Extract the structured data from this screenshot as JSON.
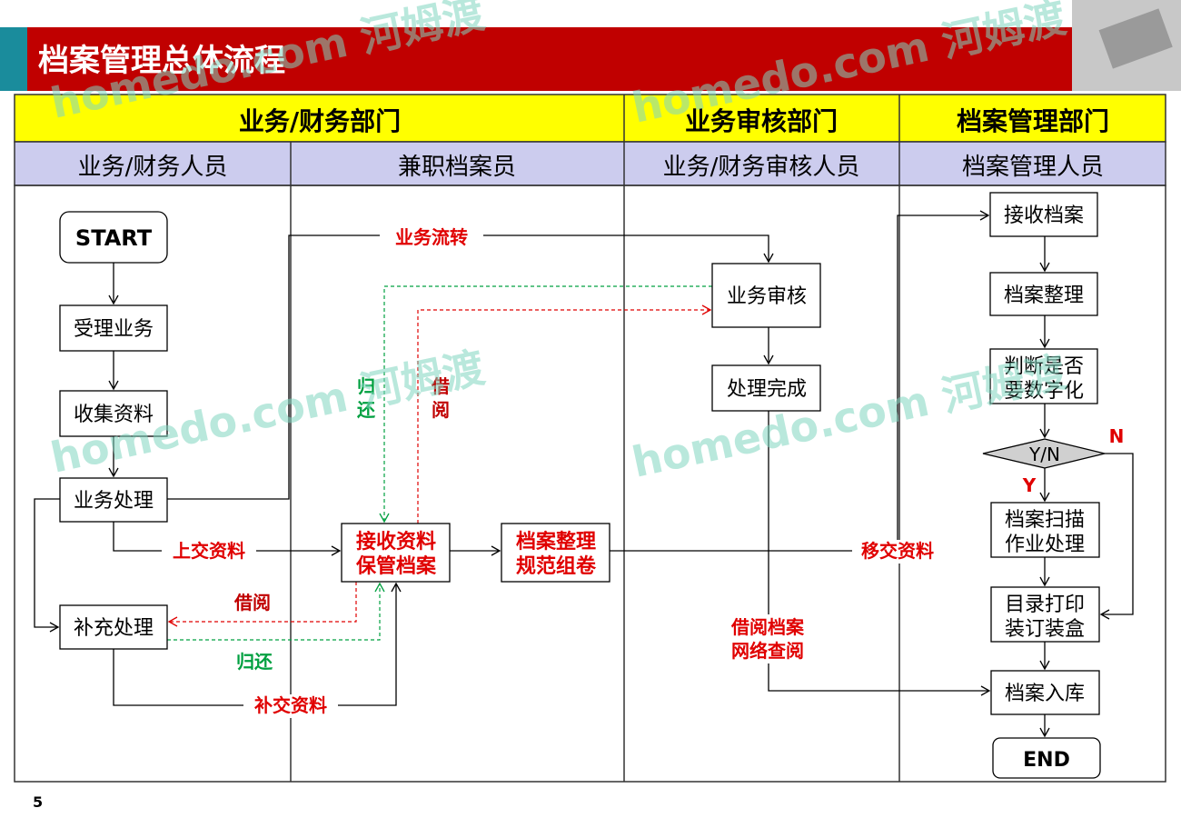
{
  "title": "档案管理总体流程",
  "page_number": "5",
  "departments": [
    "业务/财务部门",
    "业务审核部门",
    "档案管理部门"
  ],
  "roles": [
    "业务/财务人员",
    "兼职档案员",
    "业务/财务审核人员",
    "档案管理人员"
  ],
  "nodes": {
    "start": "START",
    "accept_business": "受理业务",
    "collect_materials": "收集资料",
    "process_business": "业务处理",
    "supplement": "补充处理",
    "receive_keep_1": "接收资料",
    "receive_keep_2": "保管档案",
    "organize_1": "档案整理",
    "organize_2": "规范组卷",
    "review": "业务审核",
    "done": "处理完成",
    "receive_archive": "接收档案",
    "archive_organize": "档案整理",
    "judge_1": "判断是否",
    "judge_2": "要数字化",
    "decision": "Y/N",
    "scan_1": "档案扫描",
    "scan_2": "作业处理",
    "print_1": "目录打印",
    "print_2": "装订装盒",
    "store": "档案入库",
    "end": "END"
  },
  "labels": {
    "business_flow": "业务流转",
    "submit": "上交资料",
    "transfer": "移交资料",
    "resubmit": "补交资料",
    "borrow_h": "借阅",
    "return_h": "归还",
    "return_v_1": "归",
    "return_v_2": "还",
    "borrow_v_1": "借",
    "borrow_v_2": "阅",
    "borrow_online_1": "借阅档案",
    "borrow_online_2": "网络查阅",
    "yes": "Y",
    "no": "N"
  },
  "watermark": "homedo.com 河姆渡",
  "colors": {
    "title_bar": "#C00000",
    "accent": "#1A8C9C",
    "dept_header": "#FFFF00",
    "role_header": "#CCCCEE",
    "red": "#E00000",
    "green": "#00A040"
  }
}
